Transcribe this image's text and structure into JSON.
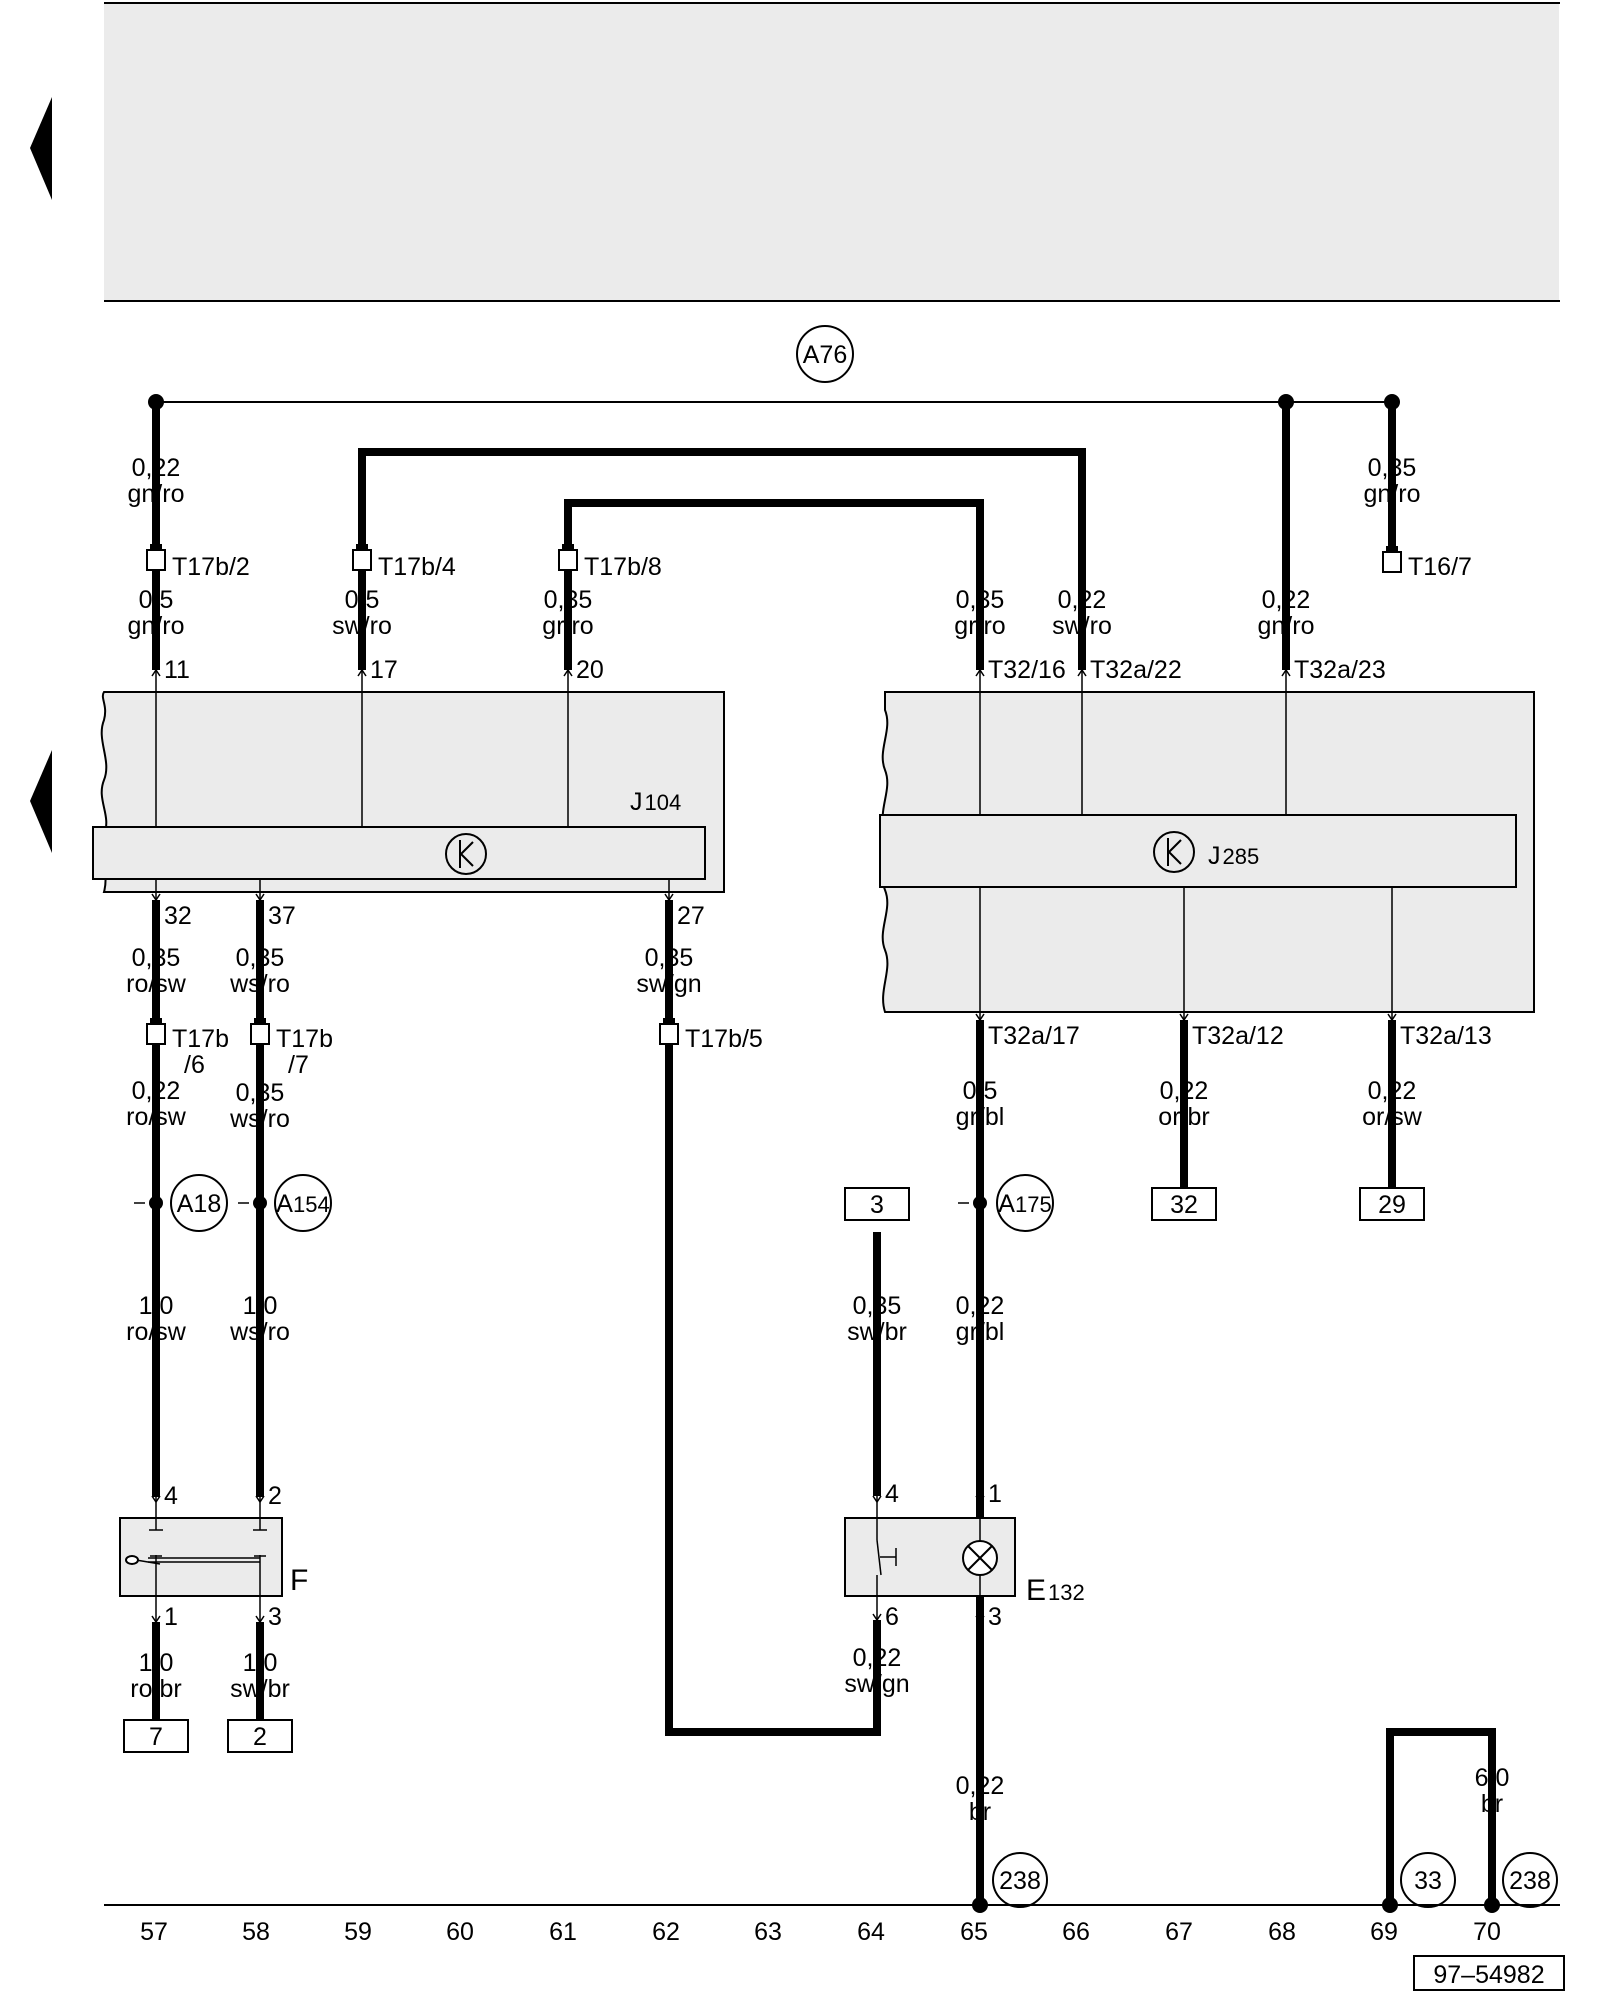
{
  "modules": {
    "j104": {
      "name": "J",
      "sub": "104"
    },
    "j285": {
      "name": "J",
      "sub": "285"
    },
    "f": {
      "name": "F"
    },
    "e132": {
      "name": "E",
      "sub": "132"
    }
  },
  "bus_label": "A76",
  "connections": {
    "a18": "A18",
    "a154": {
      "letter": "A",
      "num": "154"
    },
    "a175": {
      "letter": "A",
      "num": "175"
    },
    "ref238a": "238",
    "ref33": "33",
    "ref238b": "238"
  },
  "wires": [
    {
      "id": "w57_top",
      "gauge": "0,22",
      "color": "gn/ro"
    },
    {
      "id": "w68_top",
      "gauge": "0,35",
      "color": "gn/ro"
    },
    {
      "id": "w57_mid",
      "gauge": "0,5",
      "color": "gn/ro"
    },
    {
      "id": "w59_mid",
      "gauge": "0,5",
      "color": "sw/ro"
    },
    {
      "id": "w61_mid",
      "gauge": "0,35",
      "color": "gr/ro"
    },
    {
      "id": "w65_mid",
      "gauge": "0,35",
      "color": "gr/ro"
    },
    {
      "id": "w66_mid",
      "gauge": "0,22",
      "color": "sw/ro"
    },
    {
      "id": "w68_mid",
      "gauge": "0,22",
      "color": "gn/ro"
    },
    {
      "id": "w57_b1",
      "gauge": "0,35",
      "color": "ro/sw"
    },
    {
      "id": "w58_b1",
      "gauge": "0,35",
      "color": "ws/ro"
    },
    {
      "id": "w62_b1",
      "gauge": "0,35",
      "color": "sw/gn"
    },
    {
      "id": "w57_b2",
      "gauge": "0,22",
      "color": "ro/sw"
    },
    {
      "id": "w58_b2",
      "gauge": "0,35",
      "color": "ws/ro"
    },
    {
      "id": "w65_b2",
      "gauge": "0,5",
      "color": "gr/bl"
    },
    {
      "id": "w67_b2",
      "gauge": "0,22",
      "color": "or/br"
    },
    {
      "id": "w69_b2",
      "gauge": "0,22",
      "color": "or/sw"
    },
    {
      "id": "w57_b3",
      "gauge": "1,0",
      "color": "ro/sw"
    },
    {
      "id": "w58_b3",
      "gauge": "1,0",
      "color": "ws/ro"
    },
    {
      "id": "w64_b3",
      "gauge": "0,35",
      "color": "sw/br"
    },
    {
      "id": "w65_b3",
      "gauge": "0,22",
      "color": "gr/bl"
    },
    {
      "id": "w57_b4",
      "gauge": "1,0",
      "color": "ro/br"
    },
    {
      "id": "w58_b4",
      "gauge": "1,0",
      "color": "sw/br"
    },
    {
      "id": "w64_b4",
      "gauge": "0,22",
      "color": "sw/gn"
    },
    {
      "id": "w65_b5",
      "gauge": "0,22",
      "color": "br"
    },
    {
      "id": "w70_b5",
      "gauge": "6,0",
      "color": "br"
    }
  ],
  "connectors": [
    {
      "id": "T17b/2",
      "label": "T17b/2"
    },
    {
      "id": "T17b/4",
      "label": "T17b/4"
    },
    {
      "id": "T17b/8",
      "label": "T17b/8"
    },
    {
      "id": "T16/7",
      "label": "T16/7"
    },
    {
      "id": "T17b/6",
      "label": "T17b",
      "label2": "/6"
    },
    {
      "id": "T17b/7",
      "label": "T17b",
      "label2": "/7"
    },
    {
      "id": "T17b/5",
      "label": "T17b/5"
    }
  ],
  "pins": [
    {
      "id": "p11",
      "label": "11"
    },
    {
      "id": "p17",
      "label": "17"
    },
    {
      "id": "p20",
      "label": "20"
    },
    {
      "id": "pT32_16",
      "label": "T32/16"
    },
    {
      "id": "pT32a_22",
      "label": "T32a/22"
    },
    {
      "id": "pT32a_23",
      "label": "T32a/23"
    },
    {
      "id": "p32",
      "label": "32"
    },
    {
      "id": "p37",
      "label": "37"
    },
    {
      "id": "p27",
      "label": "27"
    },
    {
      "id": "pT32a_17",
      "label": "T32a/17"
    },
    {
      "id": "pT32a_12",
      "label": "T32a/12"
    },
    {
      "id": "pT32a_13",
      "label": "T32a/13"
    },
    {
      "id": "pF4",
      "label": "4"
    },
    {
      "id": "pF2",
      "label": "2"
    },
    {
      "id": "pF1",
      "label": "1"
    },
    {
      "id": "pF3",
      "label": "3"
    },
    {
      "id": "pE4",
      "label": "4"
    },
    {
      "id": "pE1",
      "label": "1"
    },
    {
      "id": "pE6",
      "label": "6"
    },
    {
      "id": "pE3",
      "label": "3"
    }
  ],
  "boxes": [
    {
      "id": "b32",
      "label": "32"
    },
    {
      "id": "b29",
      "label": "29"
    },
    {
      "id": "b3",
      "label": "3"
    },
    {
      "id": "b7",
      "label": "7"
    },
    {
      "id": "b2",
      "label": "2"
    }
  ],
  "tracks": [
    "57",
    "58",
    "59",
    "60",
    "61",
    "62",
    "63",
    "64",
    "65",
    "66",
    "67",
    "68",
    "69",
    "70"
  ],
  "doc_id": "97–54982"
}
